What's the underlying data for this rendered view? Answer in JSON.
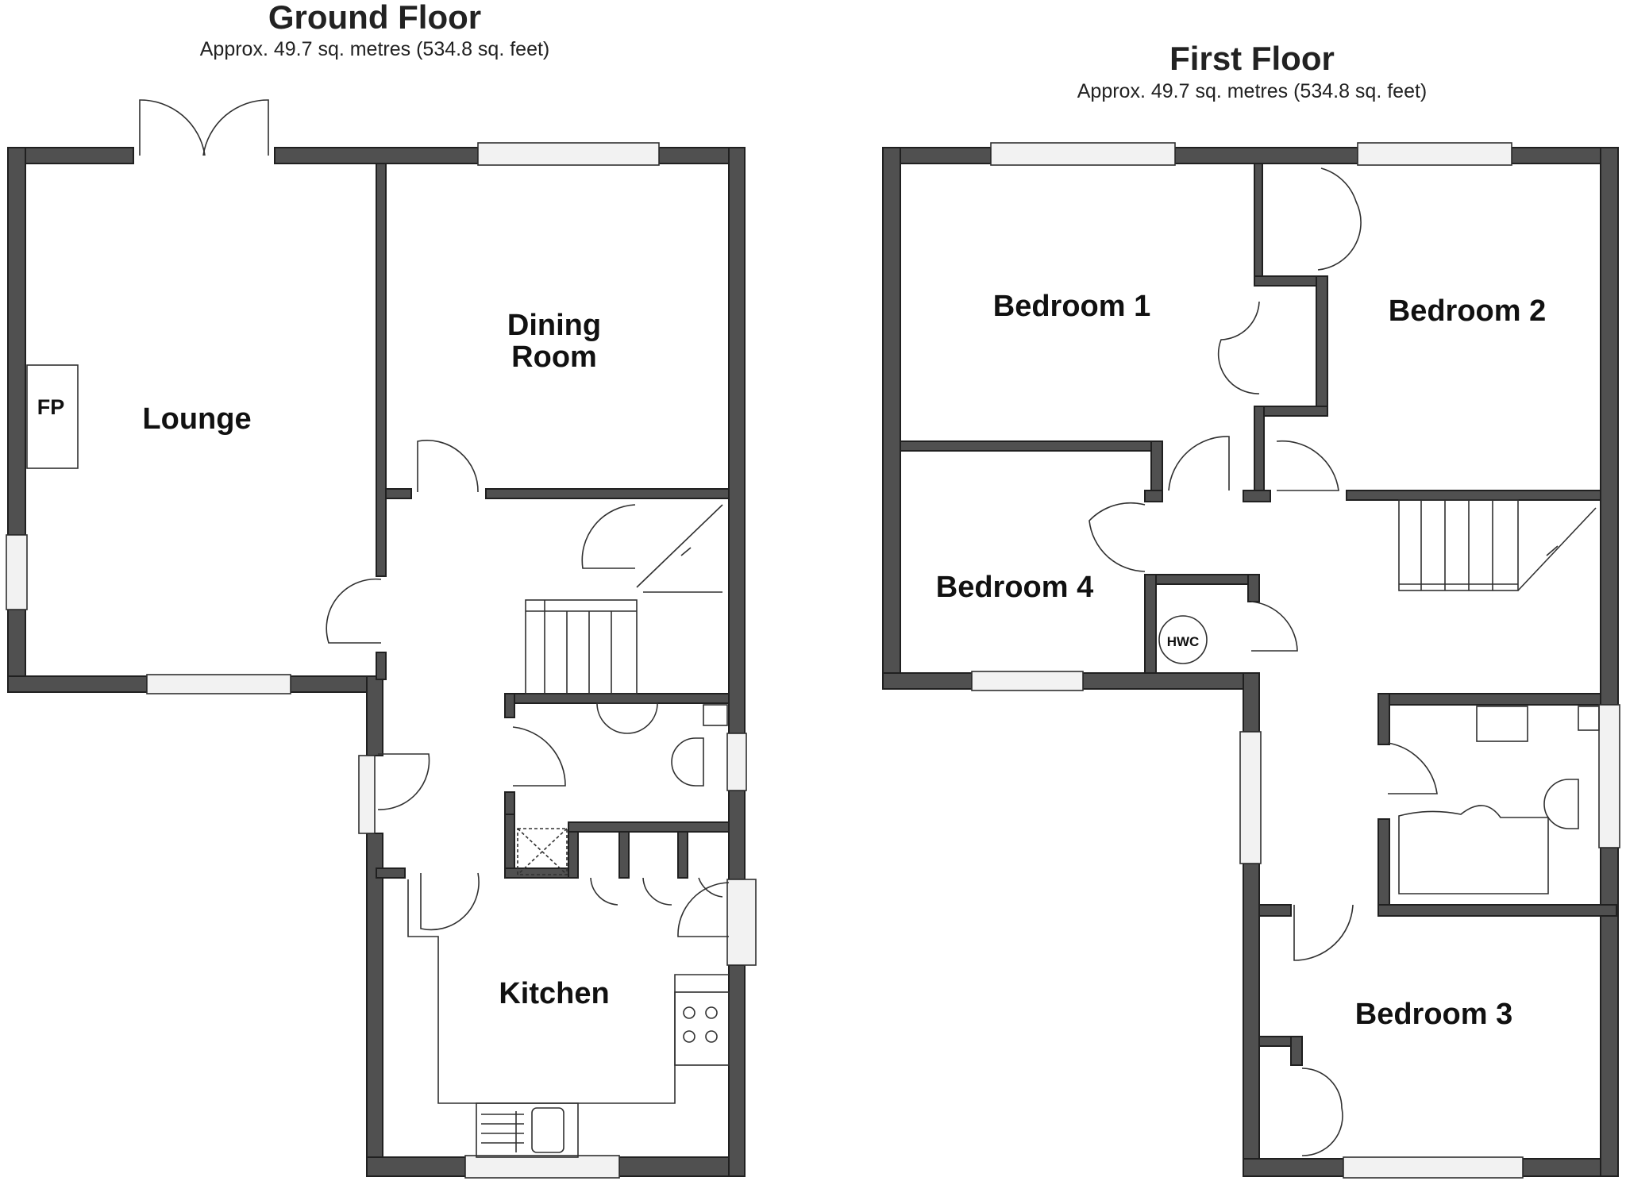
{
  "ground_floor": {
    "title": "Ground Floor",
    "area": "Approx. 49.7 sq. metres (534.8 sq. feet)",
    "rooms": {
      "lounge": "Lounge",
      "dining_line1": "Dining",
      "dining_line2": "Room",
      "kitchen": "Kitchen",
      "fireplace": "FP"
    }
  },
  "first_floor": {
    "title": "First Floor",
    "area": "Approx. 49.7 sq. metres (534.8 sq. feet)",
    "rooms": {
      "bedroom1": "Bedroom 1",
      "bedroom2": "Bedroom 2",
      "bedroom3": "Bedroom 3",
      "bedroom4": "Bedroom 4",
      "hwc": "HWC"
    }
  },
  "colors": {
    "wall": "#505050",
    "outline": "#202020",
    "background": "#ffffff"
  }
}
